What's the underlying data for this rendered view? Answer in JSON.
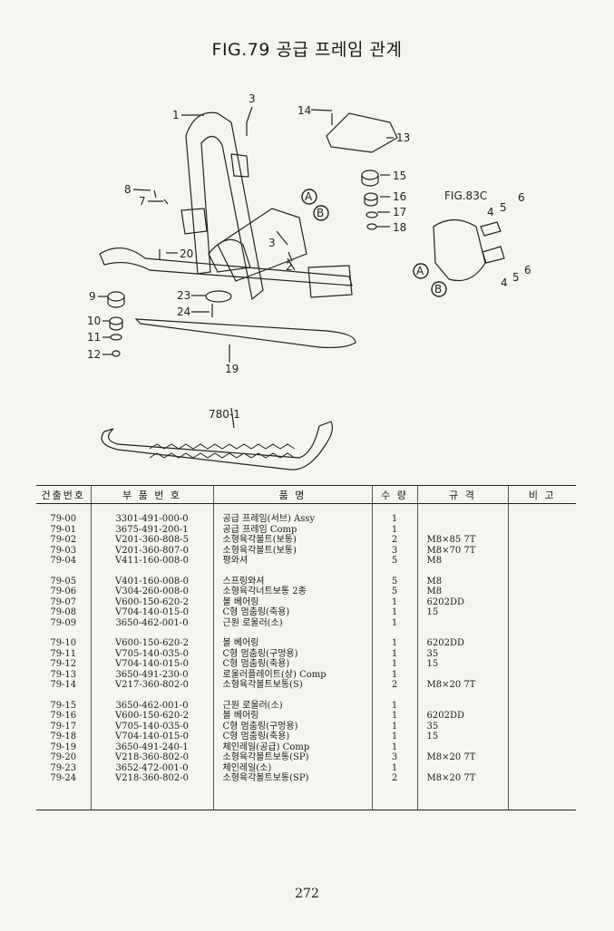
{
  "title": "FIG.79 공급 프레임 관계",
  "diagram": {
    "callouts": [
      "1",
      "2",
      "3",
      "3",
      "4",
      "5",
      "5",
      "4",
      "6",
      "6",
      "7",
      "8",
      "9",
      "10",
      "11",
      "12",
      "13",
      "14",
      "15",
      "16",
      "17",
      "18",
      "19",
      "20",
      "23",
      "24"
    ],
    "ref_label": "FIG.83C",
    "chain_label": "780-1",
    "circle_a": "A",
    "circle_b": "B"
  },
  "table": {
    "headers": [
      "건출번호",
      "부 품 번 호",
      "품 명",
      "수 량",
      "규 격",
      "비 고"
    ],
    "rows": [
      {
        "no": "79-00",
        "part": "3301-491-000-0",
        "name": "공급 프레임(서브) Assy",
        "qty": "1",
        "spec": ""
      },
      {
        "no": "79-01",
        "part": "3675-491-200-1",
        "name": "공급 프레임 Comp",
        "qty": "1",
        "spec": ""
      },
      {
        "no": "79-02",
        "part": "V201-360-808-5",
        "name": "소형육각볼트(보통)",
        "qty": "2",
        "spec": "M8×85 7T"
      },
      {
        "no": "79-03",
        "part": "V201-360-807-0",
        "name": "소형육각볼트(보통)",
        "qty": "3",
        "spec": "M8×70 7T"
      },
      {
        "no": "79-04",
        "part": "V411-160-008-0",
        "name": "평와셔",
        "qty": "5",
        "spec": "M8"
      },
      {
        "no": "79-05",
        "part": "V401-160-008-0",
        "name": "스프링와셔",
        "qty": "5",
        "spec": "M8"
      },
      {
        "no": "79-06",
        "part": "V304-260-008-0",
        "name": "소형육각너트보통 2종",
        "qty": "5",
        "spec": "M8"
      },
      {
        "no": "79-07",
        "part": "V600-150-620-2",
        "name": "볼 베어링",
        "qty": "1",
        "spec": "6202DD"
      },
      {
        "no": "79-08",
        "part": "V704-140-015-0",
        "name": "C형 멈춤링(축용)",
        "qty": "1",
        "spec": "15"
      },
      {
        "no": "79-09",
        "part": "3650-462-001-0",
        "name": "근원 로울러(소)",
        "qty": "1",
        "spec": ""
      },
      {
        "no": "79-10",
        "part": "V600-150-620-2",
        "name": "볼 베어링",
        "qty": "1",
        "spec": "6202DD"
      },
      {
        "no": "79-11",
        "part": "V705-140-035-0",
        "name": "C형 멈춤링(구멍용)",
        "qty": "1",
        "spec": "35"
      },
      {
        "no": "79-12",
        "part": "V704-140-015-0",
        "name": "C형 멈춤링(축용)",
        "qty": "1",
        "spec": "15"
      },
      {
        "no": "79-13",
        "part": "3650-491-230-0",
        "name": "로울러플레이트(상) Comp",
        "qty": "1",
        "spec": ""
      },
      {
        "no": "79-14",
        "part": "V217-360-802-0",
        "name": "소형육각볼트보통(S)",
        "qty": "2",
        "spec": "M8×20 7T"
      },
      {
        "no": "79-15",
        "part": "3650-462-001-0",
        "name": "근원 로울러(소)",
        "qty": "1",
        "spec": ""
      },
      {
        "no": "79-16",
        "part": "V600-150-620-2",
        "name": "볼 베어링",
        "qty": "1",
        "spec": "6202DD"
      },
      {
        "no": "79-17",
        "part": "V705-140-035-0",
        "name": "C형 멈춤링(구멍용)",
        "qty": "1",
        "spec": "35"
      },
      {
        "no": "79-18",
        "part": "V704-140-015-0",
        "name": "C형 멈춤링(축용)",
        "qty": "1",
        "spec": "15"
      },
      {
        "no": "79-19",
        "part": "3650-491-240-1",
        "name": "체인레일(공급) Comp",
        "qty": "1",
        "spec": ""
      },
      {
        "no": "79-20",
        "part": "V218-360-802-0",
        "name": "소형육각볼트보통(SP)",
        "qty": "3",
        "spec": "M8×20 7T"
      },
      {
        "no": "79-23",
        "part": "3652-472-001-0",
        "name": "체인레일(소)",
        "qty": "1",
        "spec": ""
      },
      {
        "no": "79-24",
        "part": "V218-360-802-0",
        "name": "소형육각볼트보통(SP)",
        "qty": "2",
        "spec": "M8×20 7T"
      }
    ]
  },
  "page_number": "272"
}
